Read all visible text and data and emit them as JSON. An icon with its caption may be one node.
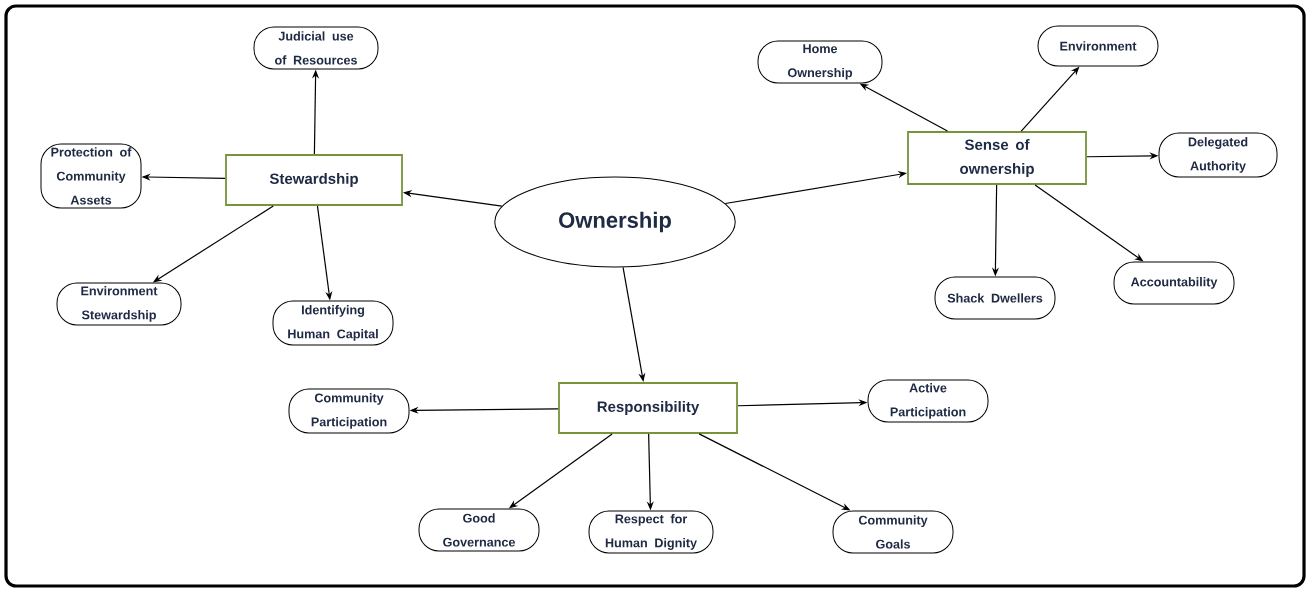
{
  "diagram": {
    "nodes": [
      {
        "text": [
          "Ownership"
        ]
      },
      {
        "text": [
          "Stewardship"
        ]
      },
      {
        "text": [
          "Sense of ownership"
        ]
      },
      {
        "text": [
          "Responsibility"
        ]
      },
      {
        "text": [
          "Judicial use of Resources"
        ]
      },
      {
        "text": [
          "Protection of Community Assets"
        ]
      },
      {
        "text": [
          "Environment Stewardship"
        ]
      },
      {
        "text": [
          "Identifying Human Capital"
        ]
      },
      {
        "text": [
          "Home Ownership"
        ]
      },
      {
        "text": [
          "Environment"
        ]
      },
      {
        "text": [
          "Delegated Authority"
        ]
      },
      {
        "text": [
          "Accountability"
        ]
      },
      {
        "text": [
          "Shack Dwellers"
        ]
      },
      {
        "text": [
          "Community Participation"
        ]
      },
      {
        "text": [
          "Active Participation"
        ]
      },
      {
        "text": [
          "Good Governance"
        ]
      },
      {
        "text": [
          "Respect for Human Dignity"
        ]
      },
      {
        "text": [
          "Community Goals"
        ]
      }
    ],
    "edges": [
      {
        "from": 0,
        "to": 1,
        "arrow": "to"
      },
      {
        "from": 0,
        "to": 2,
        "arrow": "to"
      },
      {
        "from": 0,
        "to": 3,
        "arrow": "to"
      },
      {
        "from": 1,
        "to": 4,
        "arrow": "to"
      },
      {
        "from": 1,
        "to": 5,
        "arrow": "to"
      },
      {
        "from": 1,
        "to": 6,
        "arrow": "to"
      },
      {
        "from": 1,
        "to": 7,
        "arrow": "to"
      },
      {
        "from": 2,
        "to": 8,
        "arrow": "to"
      },
      {
        "from": 2,
        "to": 9,
        "arrow": "to"
      },
      {
        "from": 2,
        "to": 10,
        "arrow": "to"
      },
      {
        "from": 2,
        "to": 11,
        "arrow": "to"
      },
      {
        "from": 2,
        "to": 12,
        "arrow": "to"
      },
      {
        "from": 3,
        "to": 13,
        "arrow": "to"
      },
      {
        "from": 3,
        "to": 14,
        "arrow": "to"
      },
      {
        "from": 3,
        "to": 15,
        "arrow": "to"
      },
      {
        "from": 3,
        "to": 16,
        "arrow": "to"
      },
      {
        "from": 3,
        "to": 17,
        "arrow": "to"
      }
    ]
  }
}
